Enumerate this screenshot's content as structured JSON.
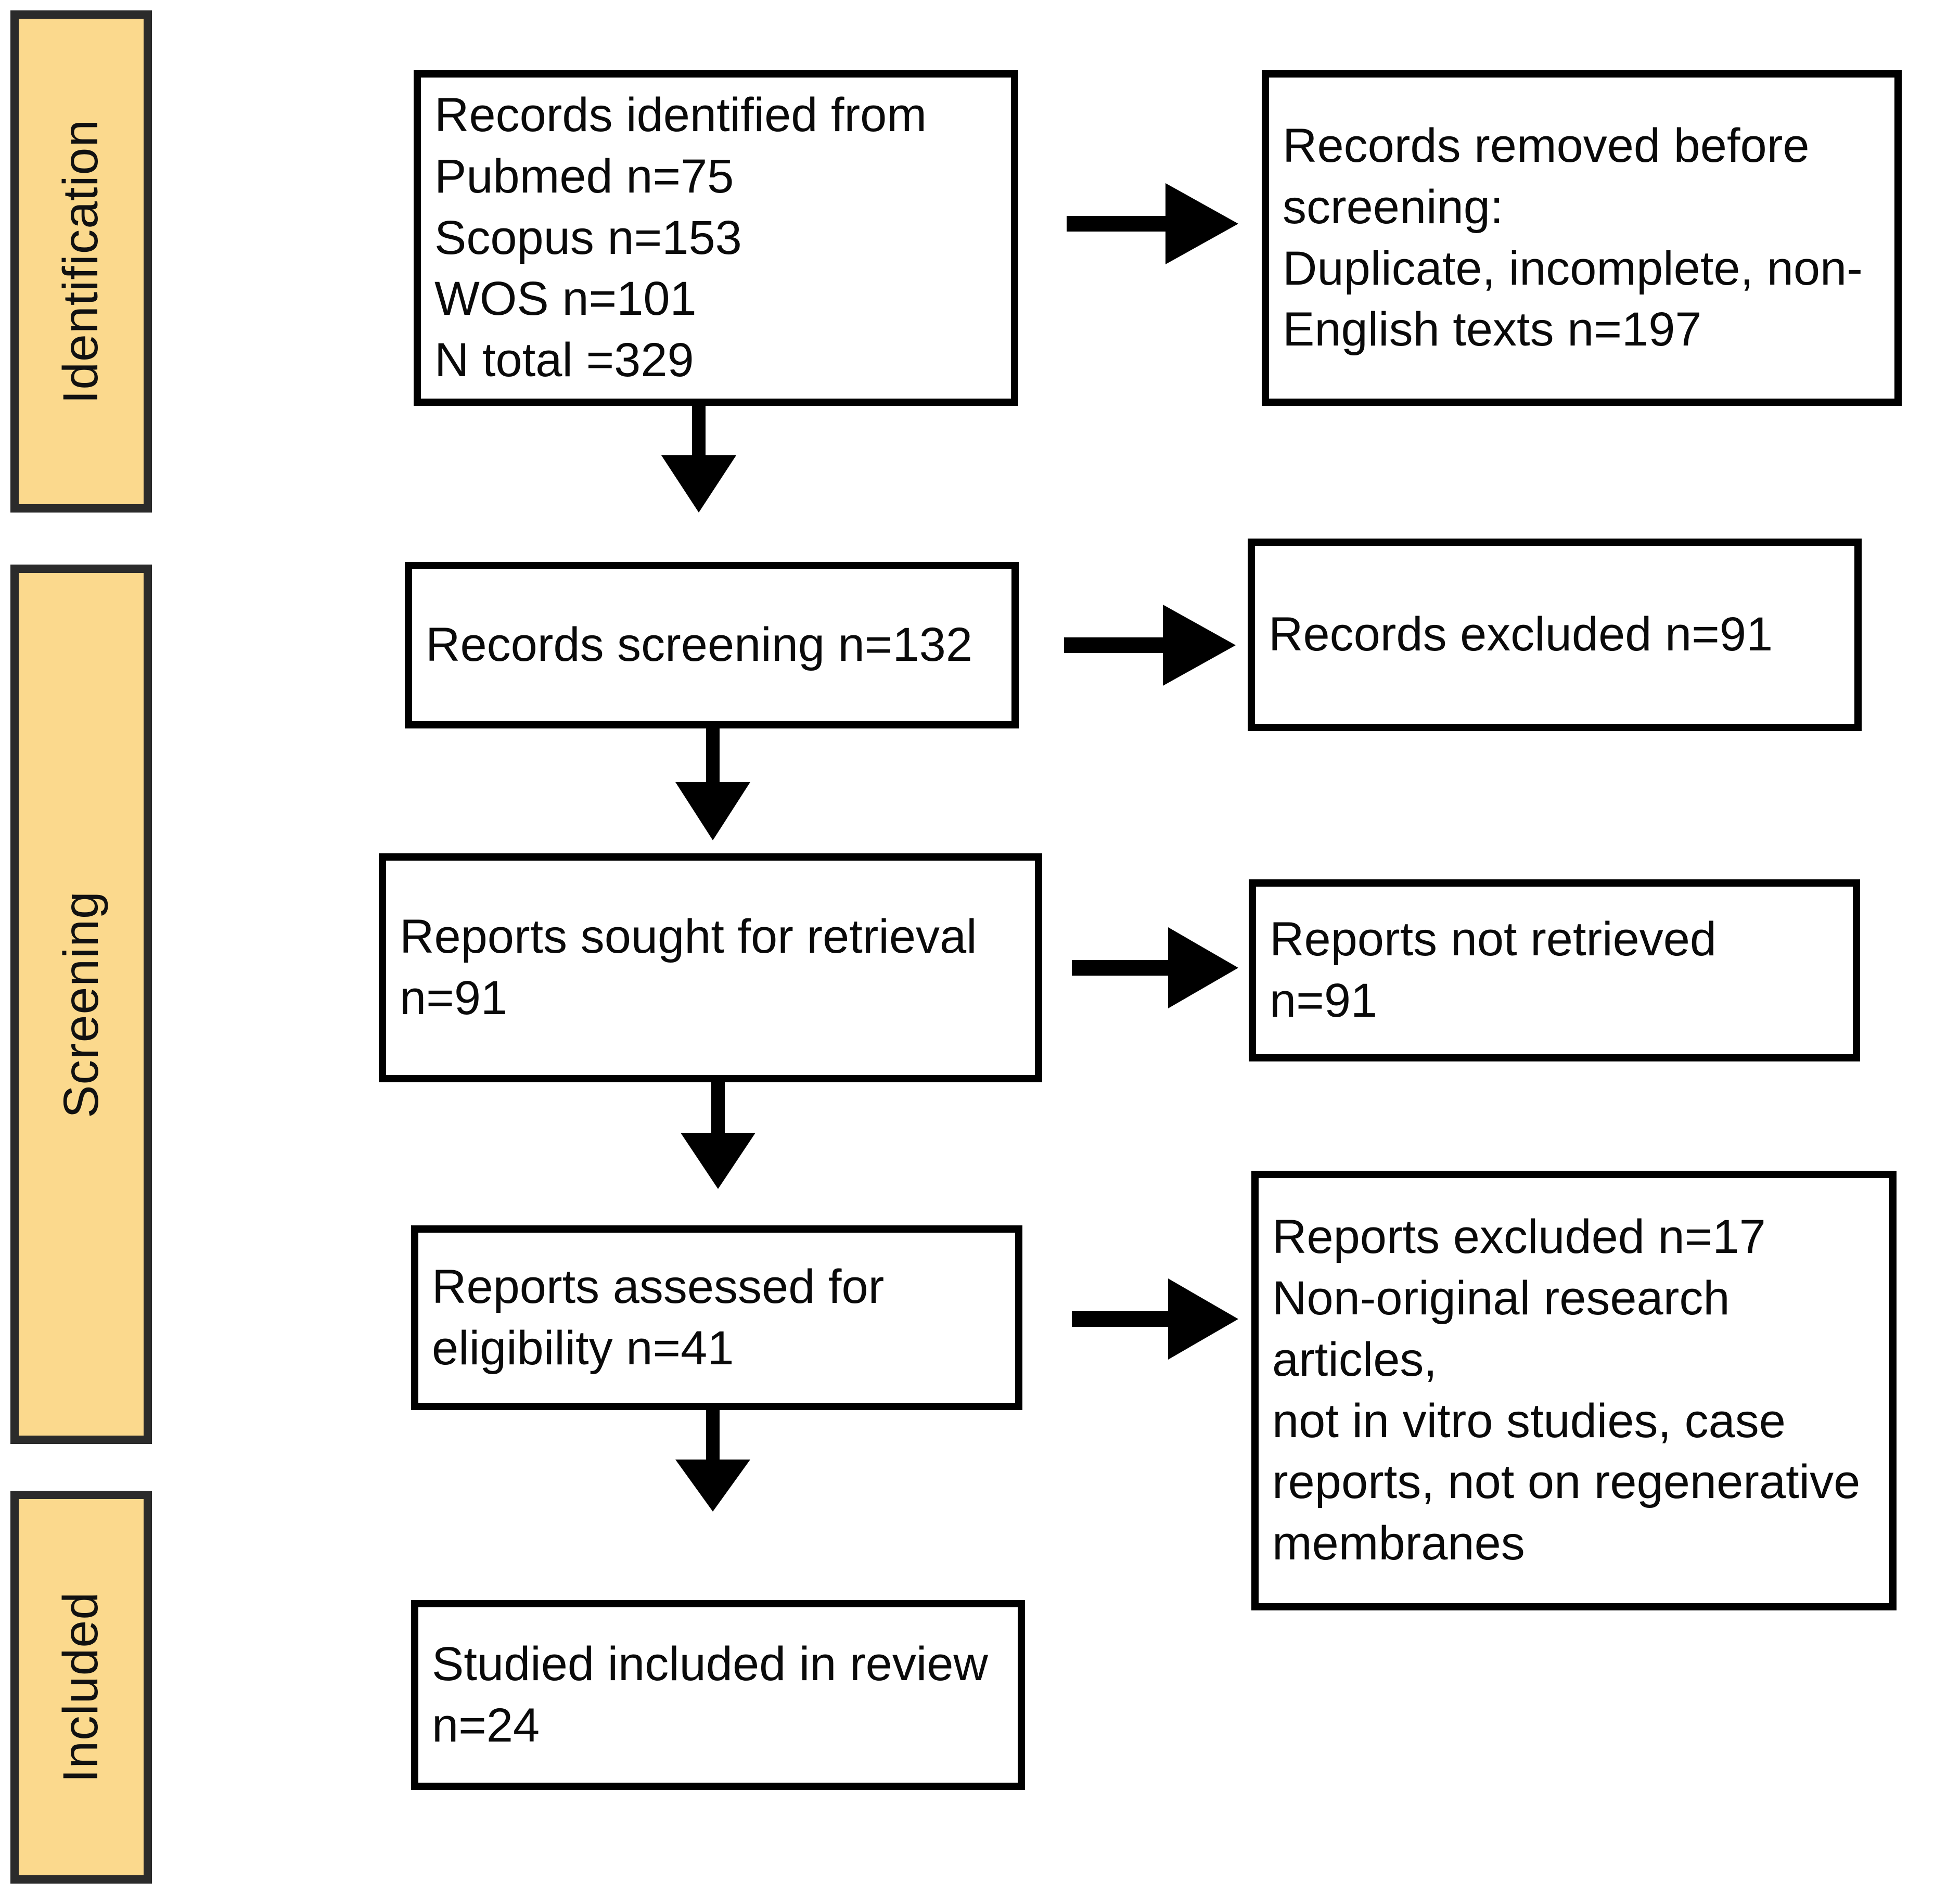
{
  "diagram": {
    "type": "prisma-flow-diagram",
    "colors": {
      "stage_fill": "#fbd98d",
      "stage_border": "#2b2b2b",
      "box_border": "#000000",
      "box_fill": "#ffffff",
      "text": "#0a0a0a",
      "arrow": "#000000"
    },
    "stages": [
      {
        "id": "identification",
        "label": "Identification"
      },
      {
        "id": "screening",
        "label": "Screening"
      },
      {
        "id": "included",
        "label": "Included"
      }
    ],
    "boxes": [
      {
        "id": "records-identified",
        "column": "left",
        "stage": "identification",
        "text": "Records identified from\nPubmed n=75\nScopus n=153\nWOS n=101\nN total =329"
      },
      {
        "id": "records-removed",
        "column": "right",
        "stage": "identification",
        "text": "Records removed before\nscreening:\nDuplicate, incomplete, non-\nEnglish texts n=197"
      },
      {
        "id": "records-screening",
        "column": "left",
        "stage": "screening",
        "text": "Records screening n=132"
      },
      {
        "id": "records-excluded",
        "column": "right",
        "stage": "screening",
        "text": "Records excluded n=91"
      },
      {
        "id": "reports-sought",
        "column": "left",
        "stage": "screening",
        "text": "Reports sought for retrieval\nn=91"
      },
      {
        "id": "reports-not-retrieved",
        "column": "right",
        "stage": "screening",
        "text": "Reports not retrieved\nn=91"
      },
      {
        "id": "reports-assessed",
        "column": "left",
        "stage": "screening",
        "text": "Reports assessed for\neligibility n=41"
      },
      {
        "id": "reports-excluded",
        "column": "right",
        "stage": "screening",
        "text": "Reports excluded n=17\nNon-original research articles,\nnot in vitro studies, case\nreports, not on regenerative\nmembranes"
      },
      {
        "id": "studies-included",
        "column": "left",
        "stage": "included",
        "text": "Studied included in review\nn=24"
      }
    ],
    "flow_counts": {
      "pubmed": 75,
      "scopus": 153,
      "wos": 101,
      "total_identified": 329,
      "removed_before_screening": 197,
      "records_screened": 132,
      "records_excluded": 91,
      "reports_sought": 91,
      "reports_not_retrieved": 91,
      "reports_assessed": 41,
      "reports_excluded": 17,
      "studies_included": 24
    },
    "arrows": [
      {
        "id": "arrow-identified-to-removed",
        "direction": "right"
      },
      {
        "id": "arrow-identified-to-screening",
        "direction": "down"
      },
      {
        "id": "arrow-screening-to-excluded",
        "direction": "right"
      },
      {
        "id": "arrow-screening-to-sought",
        "direction": "down"
      },
      {
        "id": "arrow-sought-to-not-retrieved",
        "direction": "right"
      },
      {
        "id": "arrow-sought-to-assessed",
        "direction": "down"
      },
      {
        "id": "arrow-assessed-to-excluded",
        "direction": "right"
      },
      {
        "id": "arrow-assessed-to-included",
        "direction": "down"
      }
    ]
  }
}
